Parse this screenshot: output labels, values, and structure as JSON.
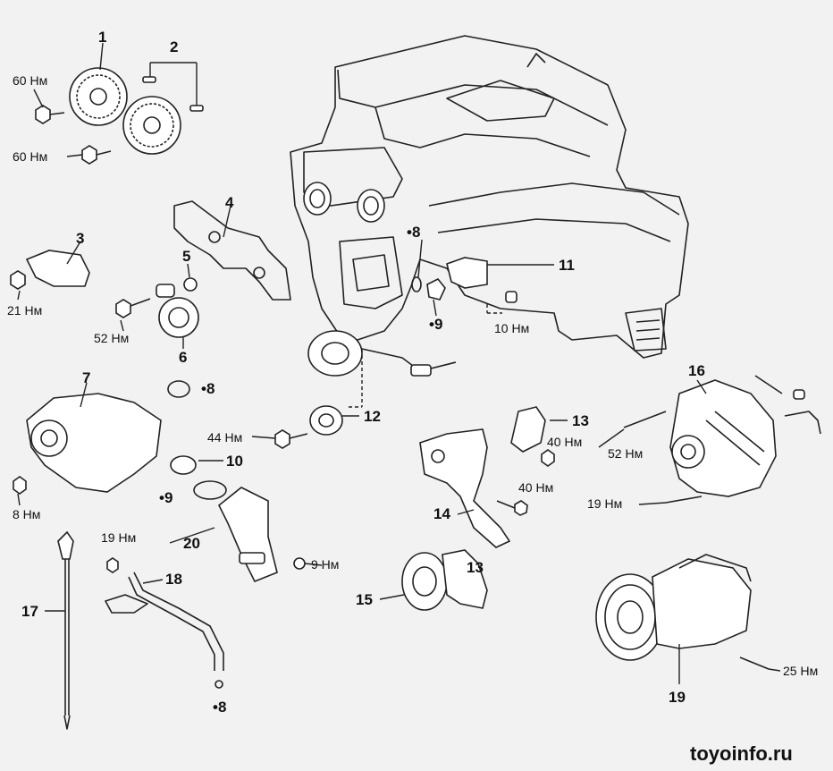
{
  "callouts": {
    "c1": "1",
    "c2": "2",
    "c3": "3",
    "c4": "4",
    "c5": "5",
    "c6": "6",
    "c7": "7",
    "c8a": "•8",
    "c8b": "•8",
    "c8c": "•8",
    "c9a": "•9",
    "c9b": "•9",
    "c10": "10",
    "c11": "11",
    "c12": "12",
    "c13a": "13",
    "c13b": "13",
    "c14": "14",
    "c15": "15",
    "c16": "16",
    "c17": "17",
    "c18": "18",
    "c19": "19",
    "c20": "20"
  },
  "torques": {
    "t60a": "60 Нм",
    "t60b": "60 Нм",
    "t21": "21 Нм",
    "t52a": "52 Нм",
    "t10": "10 Нм",
    "t8": "8 Нм",
    "t44": "44 Нм",
    "t19a": "19 Нм",
    "t9": "9 Нм",
    "t40a": "40 Нм",
    "t40b": "40 Нм",
    "t52b": "52 Нм",
    "t19b": "19 Нм",
    "t25": "25 Нм"
  },
  "watermark": "toyoinfo.ru"
}
